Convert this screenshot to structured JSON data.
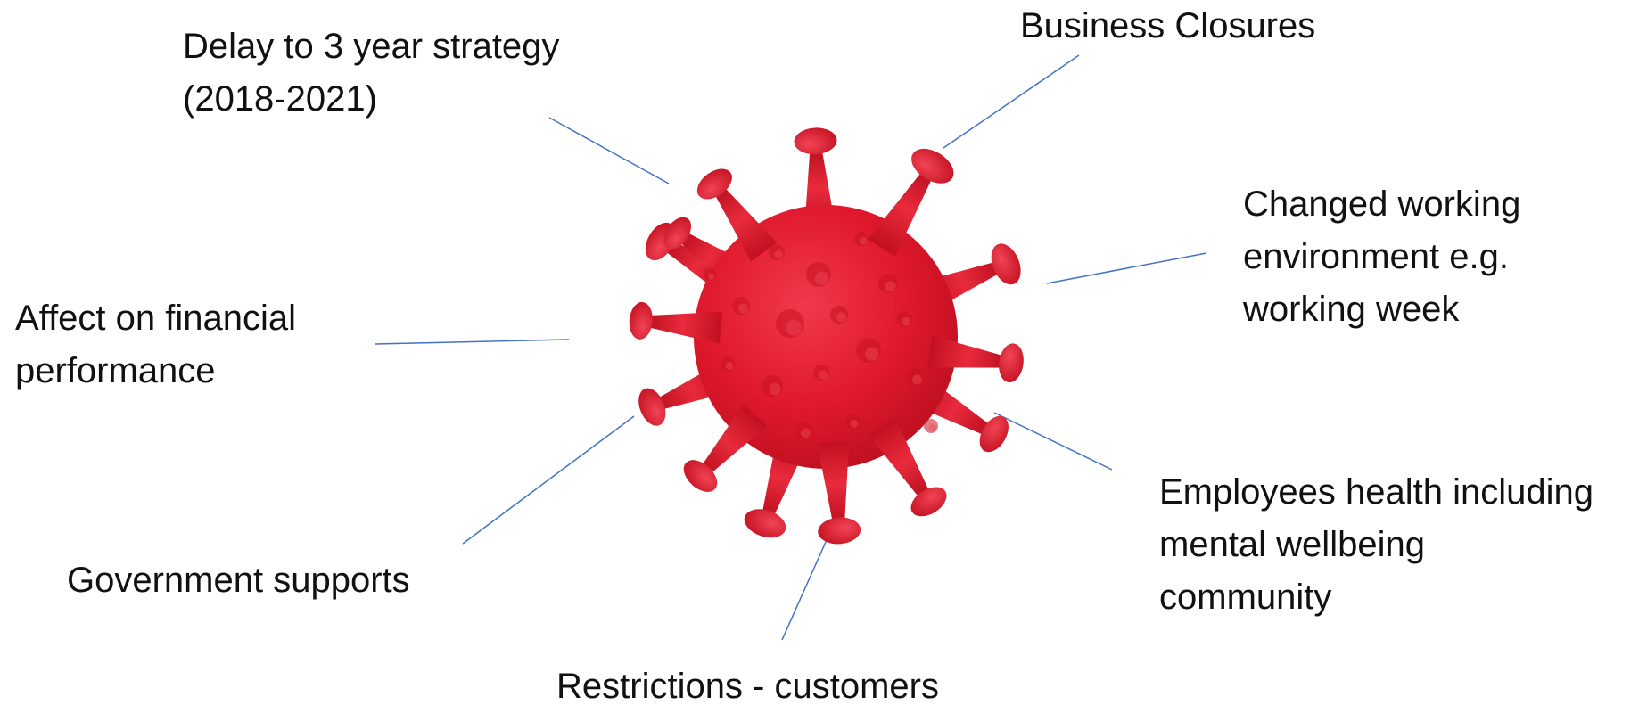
{
  "colors": {
    "connector": "#4472C4",
    "virus_dark": "#C2101F",
    "virus_mid": "#E0192D",
    "virus_light": "#F0394A",
    "text": "#111111",
    "background": "#FFFFFF"
  },
  "center_icon": "virus-icon",
  "labels": {
    "delay_strategy": [
      "Delay to 3 year strategy",
      "(2018-2021)"
    ],
    "business_closures": [
      "Business Closures"
    ],
    "changed_environment": [
      "Changed working",
      "environment e.g.",
      "working week"
    ],
    "financial_performance": [
      "Affect on financial",
      "performance"
    ],
    "employees_health": [
      "Employees health including",
      "mental wellbeing",
      "community"
    ],
    "government_supports": [
      "Government supports"
    ],
    "restrictions_customers": [
      "Restrictions - customers"
    ]
  }
}
